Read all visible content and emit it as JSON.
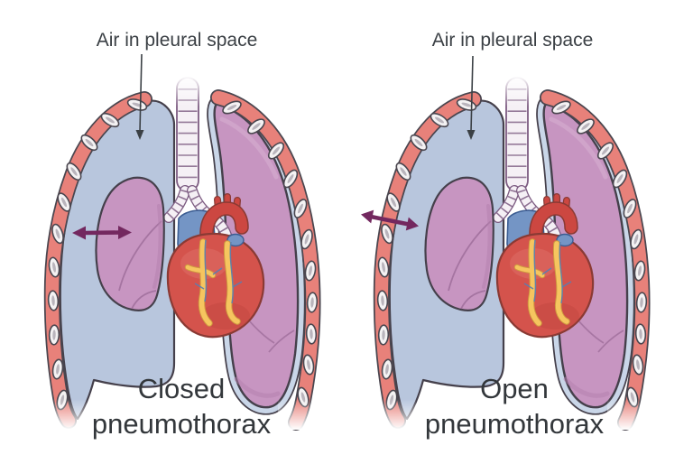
{
  "panels": [
    {
      "id": "closed-pneumothorax",
      "annotation_label": "Air in pleural space",
      "caption": {
        "line1": "Closed",
        "line2": "pneumothorax"
      },
      "air_arrow": "double-headed arrow inside pleural space"
    },
    {
      "id": "open-pneumothorax",
      "annotation_label": "Air in pleural space",
      "caption": {
        "line1": "Open",
        "line2": "pneumothorax"
      },
      "air_arrow": "double-headed arrow crossing chest wall"
    }
  ],
  "colors": {
    "background": "#ffffff",
    "pleural_air": "#b8c6dd",
    "pleural_lining": "#c9d6e8",
    "chest_wall": "#e8817a",
    "rib": "#f4f2f3",
    "lung": "#c795c1",
    "trachea": "#f5f0f5",
    "trachea_ring": "#7d5c82",
    "heart": "#d4534c",
    "heart_fat": "#f6c55f",
    "great_vessel": "#7495c5",
    "aorta": "#cc4741",
    "air_arrow": "#73285f",
    "annotation_text": "#3b4045",
    "caption_text": "#33373b",
    "outline": "#45404b"
  }
}
